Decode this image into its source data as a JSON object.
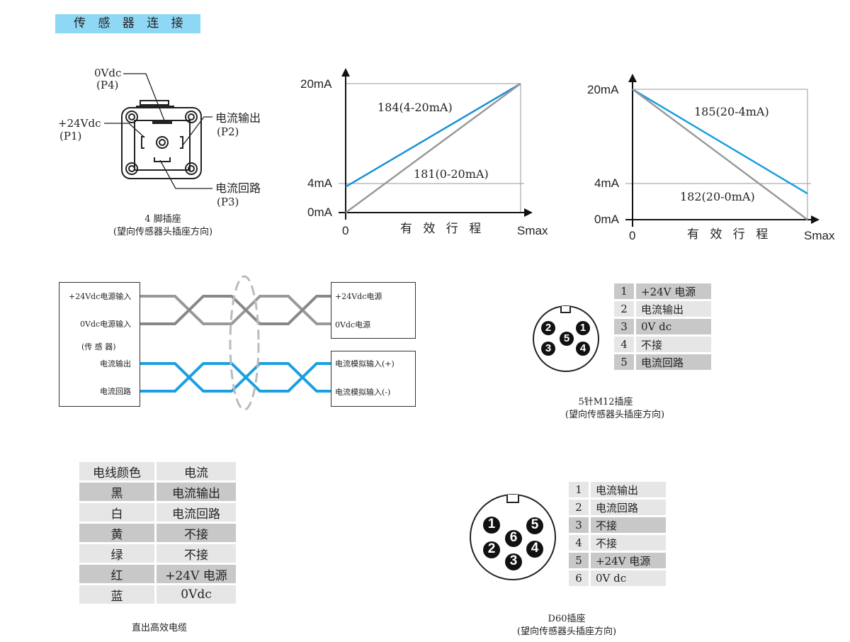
{
  "header": {
    "title": "传 感 器 连 接"
  },
  "four_pin": {
    "p4": "0Vdc",
    "p4_id": "(P4)",
    "p1": "+24Vdc",
    "p1_id": "(P1)",
    "p2": "电流输出",
    "p2_id": "(P2)",
    "p3": "电流回路",
    "p3_id": "(P3)",
    "caption1": "4 脚插座",
    "caption2": "(望向传感器头插座方向)"
  },
  "chart_data": [
    {
      "type": "line",
      "title": "",
      "xlabel": "有 效 行 程",
      "ylabel": "",
      "x_ticks": [
        "0",
        "Smax"
      ],
      "y_ticks": [
        "0mA",
        "4mA",
        "20mA"
      ],
      "ylim": [
        0,
        20
      ],
      "series": [
        {
          "name": "184(4-20mA)",
          "x": [
            0,
            1
          ],
          "y": [
            4,
            20
          ],
          "color": "#1a8fd8"
        },
        {
          "name": "181(0-20mA)",
          "x": [
            0,
            1
          ],
          "y": [
            0,
            20
          ],
          "color": "#999999"
        }
      ]
    },
    {
      "type": "line",
      "title": "",
      "xlabel": "有 效 行 程",
      "ylabel": "",
      "x_ticks": [
        "0",
        "Smax"
      ],
      "y_ticks": [
        "0mA",
        "4mA",
        "20mA"
      ],
      "ylim": [
        0,
        20
      ],
      "series": [
        {
          "name": "185(20-4mA)",
          "x": [
            0,
            1
          ],
          "y": [
            20,
            4
          ],
          "color": "#1aa0e0"
        },
        {
          "name": "182(20-0mA)",
          "x": [
            0,
            1
          ],
          "y": [
            20,
            0
          ],
          "color": "#999999"
        }
      ]
    }
  ],
  "wiring": {
    "left": [
      "+24Vdc电源输入",
      "0Vdc电源输入",
      "(传 感 器)",
      "电流输出",
      "电流回路"
    ],
    "right_top": [
      "+24Vdc电源",
      "0Vdc电源"
    ],
    "right_bottom": [
      "电流模拟输入(+)",
      "电流模拟输入(-)"
    ]
  },
  "m12": {
    "rows": [
      [
        "1",
        "+24V 电源"
      ],
      [
        "2",
        "电流输出"
      ],
      [
        "3",
        "0V dc"
      ],
      [
        "4",
        "不接"
      ],
      [
        "5",
        "电流回路"
      ]
    ],
    "pins": [
      "1",
      "2",
      "3",
      "4",
      "5"
    ],
    "caption1": "5针M12插座",
    "caption2": "(望向传感器头插座方向)"
  },
  "cable": {
    "header": [
      "电线颜色",
      "电流"
    ],
    "rows": [
      [
        "黑",
        "电流输出"
      ],
      [
        "白",
        "电流回路"
      ],
      [
        "黄",
        "不接"
      ],
      [
        "绿",
        "不接"
      ],
      [
        "红",
        "+24V 电源"
      ],
      [
        "蓝",
        "0Vdc"
      ]
    ],
    "caption": "直出高效电缆"
  },
  "d60": {
    "rows": [
      [
        "1",
        "电流输出"
      ],
      [
        "2",
        "电流回路"
      ],
      [
        "3",
        "不接"
      ],
      [
        "4",
        "不接"
      ],
      [
        "5",
        "+24V 电源"
      ],
      [
        "6",
        "0V dc"
      ]
    ],
    "pins": [
      "1",
      "2",
      "3",
      "4",
      "5",
      "6"
    ],
    "caption1": "D60插座",
    "caption2": "(望向传感器头插座方向)"
  }
}
